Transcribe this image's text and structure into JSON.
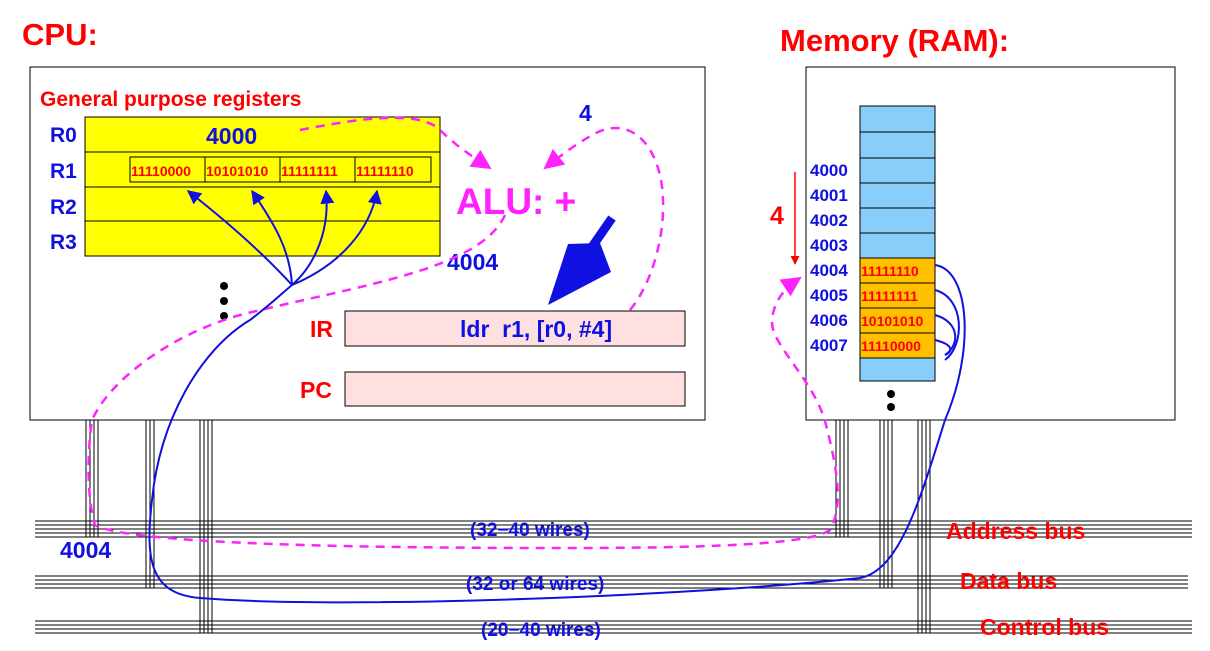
{
  "cpu": {
    "title": "CPU:",
    "registers_title": "General purpose registers",
    "registers": [
      {
        "name": "R0",
        "value": "4000"
      },
      {
        "name": "R1",
        "bytes": [
          "11110000",
          "10101010",
          "11111111",
          "11111110"
        ]
      },
      {
        "name": "R2"
      },
      {
        "name": "R3"
      }
    ],
    "alu_label": "ALU: +",
    "offset_label": "4",
    "result_label": "4004",
    "ir_label": "IR",
    "ir_value": "ldr  r1, [r0, #4]",
    "pc_label": "PC",
    "pc_value": ""
  },
  "memory": {
    "title": "Memory (RAM):",
    "offset_label": "4",
    "cells": [
      {
        "address": "4000",
        "value": ""
      },
      {
        "address": "4001",
        "value": ""
      },
      {
        "address": "4002",
        "value": ""
      },
      {
        "address": "4003",
        "value": ""
      },
      {
        "address": "4004",
        "value": "11111110"
      },
      {
        "address": "4005",
        "value": "11111111"
      },
      {
        "address": "4006",
        "value": "10101010"
      },
      {
        "address": "4007",
        "value": "11110000"
      }
    ]
  },
  "buses": {
    "address": {
      "label": "Address bus",
      "wires": "(32−40 wires)",
      "value": "4004"
    },
    "data": {
      "label": "Data bus",
      "wires": "(32 or 64 wires)"
    },
    "control": {
      "label": "Control bus",
      "wires": "(20−40 wires)"
    }
  },
  "colors": {
    "title_red": "#ff0000",
    "label_blue": "#1010e0",
    "alu_magenta": "#ff22ff",
    "register_yellow": "#ffff00",
    "ram_blue": "#87cefa",
    "ram_orange": "#ffc000",
    "ir_pink": "#ffe0e0"
  }
}
